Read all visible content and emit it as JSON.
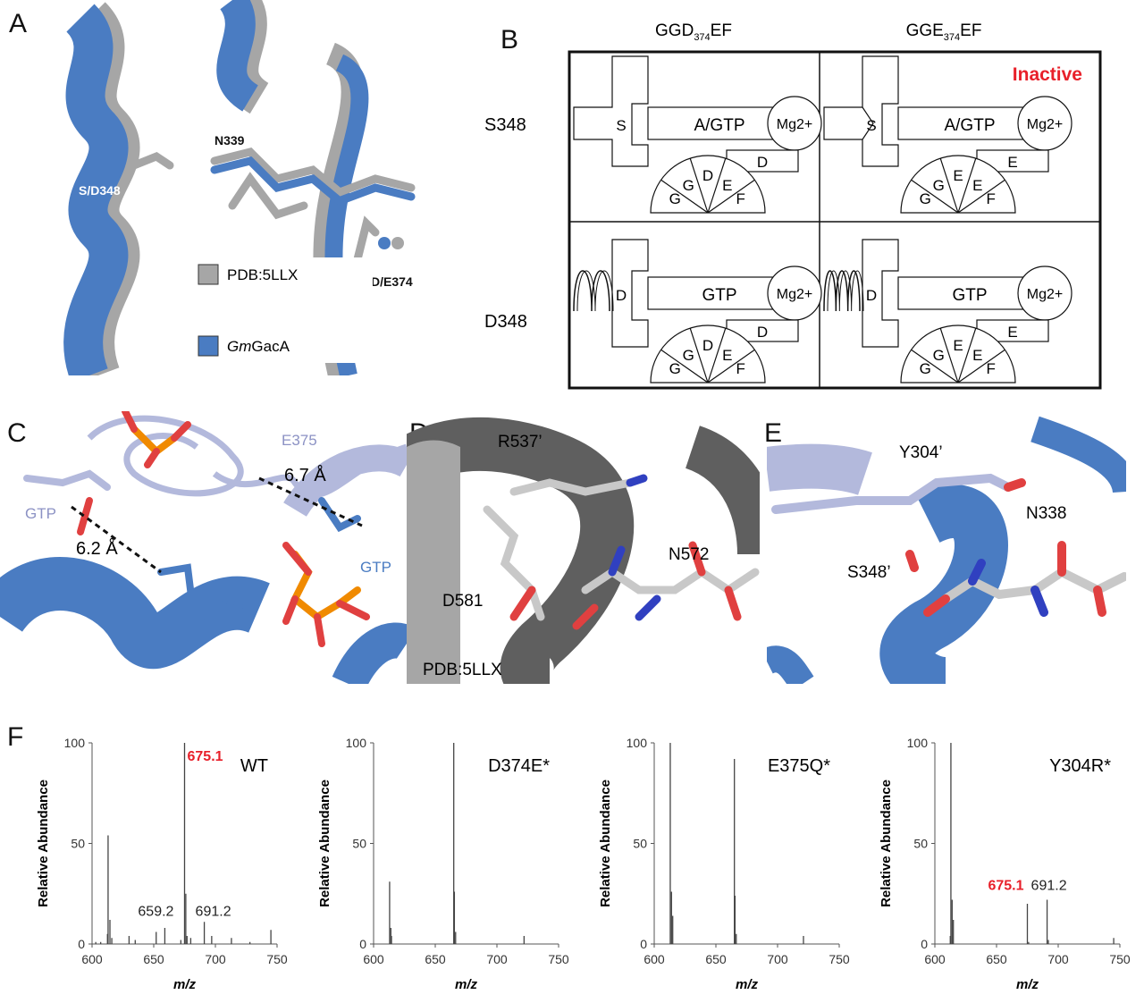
{
  "panels": {
    "A": {
      "label": "A",
      "residues": [
        "N339",
        "S/D348",
        "D/E374"
      ],
      "legend": [
        {
          "name": "PDB:5LLX",
          "color": "#a6a6a6"
        },
        {
          "name_prefix": "Gm",
          "name_suffix": "GacA",
          "color": "#4a7cc2"
        }
      ]
    },
    "B": {
      "label": "B",
      "columns": [
        "GGD",
        "GGE"
      ],
      "column_sub": "374",
      "column_suffix": "EF",
      "rows": [
        "S348",
        "D348"
      ],
      "inactive_label": "Inactive",
      "inactive_color": "#e8202a",
      "cells": [
        {
          "left": "S",
          "box": "A/GTP",
          "metal": "Mg2+",
          "lower": "D",
          "fan": [
            "G",
            "G",
            "D",
            "E",
            "F"
          ]
        },
        {
          "left": "S",
          "box": "A/GTP",
          "metal": "Mg2+",
          "lower": "E",
          "fan": [
            "G",
            "G",
            "E",
            "E",
            "F"
          ]
        },
        {
          "left": "D",
          "box": "GTP",
          "metal": "Mg2+",
          "lower": "D",
          "fan": [
            "G",
            "G",
            "D",
            "E",
            "F"
          ]
        },
        {
          "left": "D",
          "box": "GTP",
          "metal": "Mg2+",
          "lower": "E",
          "fan": [
            "G",
            "G",
            "E",
            "E",
            "F"
          ]
        }
      ]
    },
    "C": {
      "label": "C",
      "texts": [
        "E375",
        "6.7 Å",
        "GTP",
        "6.2 Å",
        "E375",
        "GTP"
      ]
    },
    "D": {
      "label": "D",
      "texts": [
        "R537’",
        "N572",
        "D581",
        "PDB:5LLX"
      ]
    },
    "E": {
      "label": "E",
      "texts": [
        "Y304’",
        "N338",
        "S348’"
      ]
    },
    "F": {
      "label": "F"
    }
  },
  "colors": {
    "blue": "#4a7cc2",
    "grey": "#a6a6a6",
    "lavender": "#b3b9dc",
    "dark_grey": "#5f5f5f",
    "red": "#e8202a",
    "orange": "#f08a00"
  },
  "chart_data": [
    {
      "type": "bar",
      "title": "WT",
      "xlabel": "m/z",
      "ylabel": "Relative Abundance",
      "xlim": [
        600,
        750
      ],
      "ylim": [
        0,
        100
      ],
      "xticks": [
        600,
        650,
        700,
        750
      ],
      "yticks": [
        0,
        50,
        100
      ],
      "peaks": [
        [
          603,
          1
        ],
        [
          607,
          1
        ],
        [
          612.5,
          5
        ],
        [
          613,
          54
        ],
        [
          614.5,
          12
        ],
        [
          616,
          3
        ],
        [
          630,
          4
        ],
        [
          635,
          2
        ],
        [
          652,
          6
        ],
        [
          659,
          8
        ],
        [
          672,
          2
        ],
        [
          675,
          100
        ],
        [
          676,
          25
        ],
        [
          677,
          4
        ],
        [
          680,
          3
        ],
        [
          691,
          11
        ],
        [
          697,
          4
        ],
        [
          713,
          3
        ],
        [
          728,
          1
        ],
        [
          745,
          7
        ]
      ],
      "annotations": [
        {
          "text": "675.1",
          "x": 675,
          "color": "#e8202a"
        },
        {
          "text": "659.2",
          "x": 659,
          "color": "#222222"
        },
        {
          "text": "691.2",
          "x": 691,
          "color": "#222222"
        }
      ]
    },
    {
      "type": "bar",
      "title": "D374E*",
      "xlabel": "m/z",
      "ylabel": "Relative Abundance",
      "xlim": [
        600,
        750
      ],
      "ylim": [
        0,
        100
      ],
      "xticks": [
        600,
        650,
        700,
        750
      ],
      "yticks": [
        0,
        50,
        100
      ],
      "peaks": [
        [
          613,
          31
        ],
        [
          614,
          8
        ],
        [
          614.5,
          4
        ],
        [
          665,
          100
        ],
        [
          665.5,
          26
        ],
        [
          666.5,
          6
        ],
        [
          722,
          4
        ]
      ],
      "annotations": []
    },
    {
      "type": "bar",
      "title": "E375Q*",
      "xlabel": "m/z",
      "ylabel": "Relative Abundance",
      "xlim": [
        600,
        750
      ],
      "ylim": [
        0,
        100
      ],
      "xticks": [
        600,
        650,
        700,
        750
      ],
      "yticks": [
        0,
        50,
        100
      ],
      "peaks": [
        [
          613,
          100
        ],
        [
          614,
          26
        ],
        [
          615,
          14
        ],
        [
          665,
          92
        ],
        [
          665.5,
          24
        ],
        [
          666.5,
          5
        ],
        [
          721,
          4
        ]
      ],
      "annotations": []
    },
    {
      "type": "bar",
      "title": "Y304R*",
      "xlabel": "m/z",
      "ylabel": "Relative Abundance",
      "xlim": [
        600,
        750
      ],
      "ylim": [
        0,
        100
      ],
      "xticks": [
        600,
        650,
        700,
        750
      ],
      "yticks": [
        0,
        50,
        100
      ],
      "peaks": [
        [
          612.5,
          4
        ],
        [
          613,
          100
        ],
        [
          614,
          22
        ],
        [
          615,
          12
        ],
        [
          675,
          20
        ],
        [
          676,
          1
        ],
        [
          691,
          22
        ],
        [
          692,
          2
        ],
        [
          745,
          3
        ]
      ],
      "annotations": [
        {
          "text": "675.1",
          "x": 675,
          "color": "#e8202a"
        },
        {
          "text": "691.2",
          "x": 691,
          "color": "#222222"
        }
      ]
    }
  ]
}
